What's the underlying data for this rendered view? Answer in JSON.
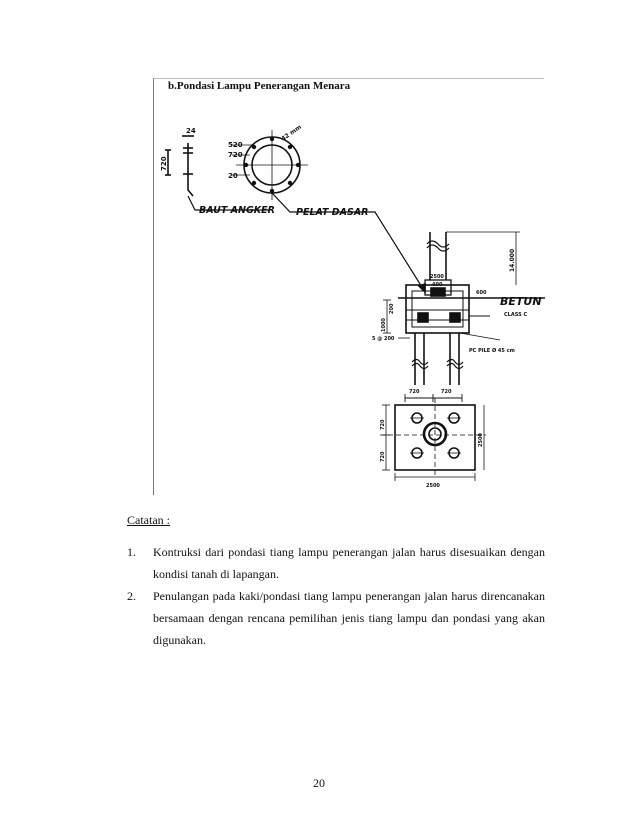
{
  "figure": {
    "title": "b.Pondasi Lampu Penerangan Menara",
    "labels": {
      "baut_angker": "BAUT ANGKER",
      "pelat_dasar": "PELAT DASAR",
      "betun": "BETUN",
      "dim_24": "24",
      "dim_720_left": "720",
      "dim_520": "520",
      "dim_720": "720",
      "dim_20": "20",
      "dim_42mm": "42 mm",
      "dim_14_000": "14.000",
      "dim_2500": "2500",
      "dim_400": "400",
      "dim_1000": "1000",
      "dim_200": "200",
      "dim_class": "CLASS C",
      "dim_600": "600",
      "dim_bottom": "5 @ 200",
      "pc_pile": "PC PILE Ø 45 cm",
      "plan_720_top": "720",
      "plan_720_top2": "720",
      "plan_720_left": "720",
      "plan_720_left2": "720",
      "plan_2500_right": "2500",
      "plan_2500_bottom": "2500"
    }
  },
  "notes": {
    "label": "Catatan :",
    "items": [
      {
        "num": "1.",
        "text": "Kontruksi dari pondasi tiang lampu penerangan jalan harus disesuaikan dengan kondisi tanah di lapangan."
      },
      {
        "num": "2.",
        "text": "Penulangan pada kaki/pondasi tiang lampu penerangan jalan harus direncanakan bersamaan dengan rencana pemilihan jenis tiang lampu dan pondasi yang akan digunakan."
      }
    ]
  },
  "page_number": "20"
}
